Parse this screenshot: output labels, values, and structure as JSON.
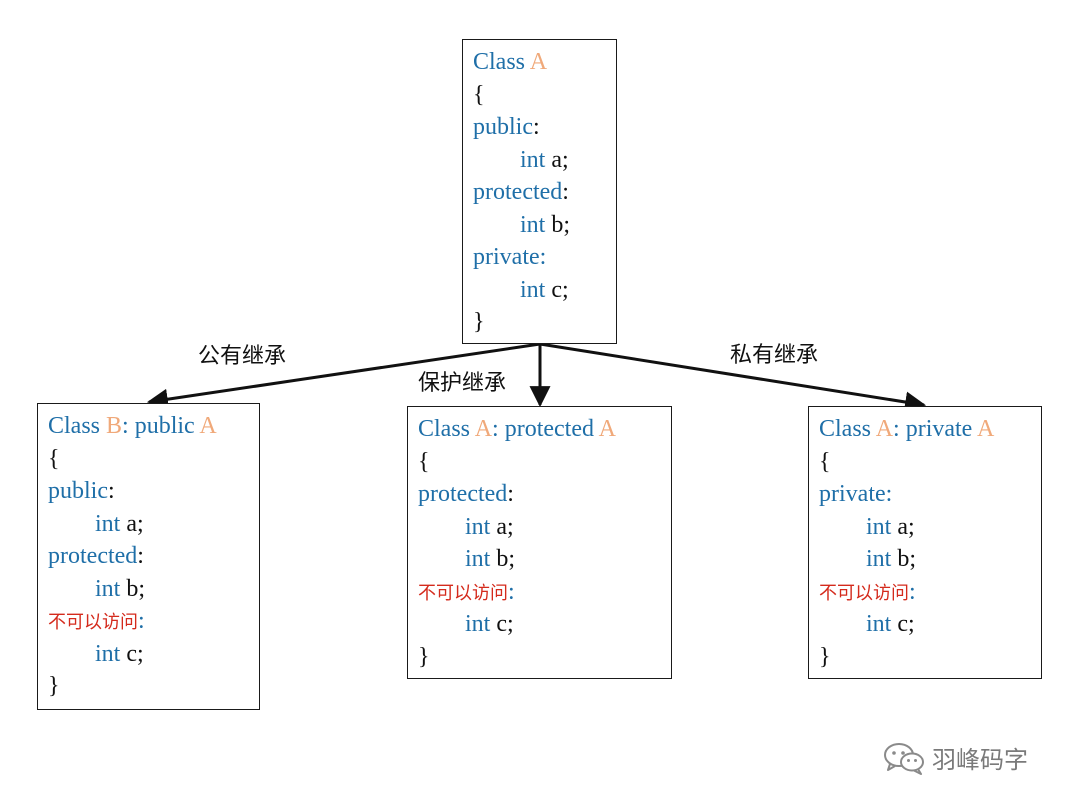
{
  "base_class": {
    "lines": [
      [
        {
          "t": "Class ",
          "c": "kw"
        },
        {
          "t": "A",
          "c": "cls"
        }
      ],
      [
        {
          "t": "{",
          "c": "plain"
        }
      ],
      [
        {
          "t": "public",
          "c": "kw"
        },
        {
          "t": ":",
          "c": "plain"
        }
      ],
      [
        {
          "t": "int",
          "c": "kw",
          "indent": true
        },
        {
          "t": " a;",
          "c": "plain"
        }
      ],
      [
        {
          "t": "protected",
          "c": "kw"
        },
        {
          "t": ":",
          "c": "plain"
        }
      ],
      [
        {
          "t": "int",
          "c": "kw",
          "indent": true
        },
        {
          "t": " b;",
          "c": "plain"
        }
      ],
      [
        {
          "t": "private:",
          "c": "kw"
        }
      ],
      [
        {
          "t": "int",
          "c": "kw",
          "indent": true
        },
        {
          "t": " c;",
          "c": "plain"
        }
      ],
      [
        {
          "t": "}",
          "c": "plain"
        }
      ]
    ]
  },
  "public_inheritance": {
    "label": "公有继承",
    "lines": [
      [
        {
          "t": "Class ",
          "c": "kw"
        },
        {
          "t": "B",
          "c": "cls"
        },
        {
          "t": ": public ",
          "c": "kw"
        },
        {
          "t": "A",
          "c": "cls"
        }
      ],
      [
        {
          "t": "{",
          "c": "plain"
        }
      ],
      [
        {
          "t": "public",
          "c": "kw"
        },
        {
          "t": ":",
          "c": "plain"
        }
      ],
      [
        {
          "t": "int",
          "c": "kw",
          "indent": true
        },
        {
          "t": " a;",
          "c": "plain"
        }
      ],
      [
        {
          "t": "protected",
          "c": "kw"
        },
        {
          "t": ":",
          "c": "plain"
        }
      ],
      [
        {
          "t": "int",
          "c": "kw",
          "indent": true
        },
        {
          "t": " b;",
          "c": "plain"
        }
      ],
      [
        {
          "t": "不可以访问",
          "c": "warn"
        },
        {
          "t": ":",
          "c": "kw"
        }
      ],
      [
        {
          "t": "int",
          "c": "kw",
          "indent": true
        },
        {
          "t": " c;",
          "c": "plain"
        }
      ],
      [
        {
          "t": "}",
          "c": "plain"
        }
      ]
    ]
  },
  "protected_inheritance": {
    "label": "保护继承",
    "lines": [
      [
        {
          "t": "Class ",
          "c": "kw"
        },
        {
          "t": "A",
          "c": "cls"
        },
        {
          "t": ": protected ",
          "c": "kw"
        },
        {
          "t": "A",
          "c": "cls"
        }
      ],
      [
        {
          "t": "{",
          "c": "plain"
        }
      ],
      [
        {
          "t": "protected",
          "c": "kw"
        },
        {
          "t": ":",
          "c": "plain"
        }
      ],
      [
        {
          "t": "int",
          "c": "kw",
          "indent": true
        },
        {
          "t": " a;",
          "c": "plain"
        }
      ],
      [
        {
          "t": "int",
          "c": "kw",
          "indent": true
        },
        {
          "t": " b;",
          "c": "plain"
        }
      ],
      [
        {
          "t": "不可以访问",
          "c": "warn"
        },
        {
          "t": ":",
          "c": "kw"
        }
      ],
      [
        {
          "t": "int",
          "c": "kw",
          "indent": true
        },
        {
          "t": " c;",
          "c": "plain"
        }
      ],
      [
        {
          "t": "}",
          "c": "plain"
        }
      ]
    ]
  },
  "private_inheritance": {
    "label": "私有继承",
    "lines": [
      [
        {
          "t": "Class ",
          "c": "kw"
        },
        {
          "t": "A",
          "c": "cls"
        },
        {
          "t": ": private ",
          "c": "kw"
        },
        {
          "t": "A",
          "c": "cls"
        }
      ],
      [
        {
          "t": "{",
          "c": "plain"
        }
      ],
      [
        {
          "t": "private:",
          "c": "kw"
        }
      ],
      [
        {
          "t": "int",
          "c": "kw",
          "indent": true
        },
        {
          "t": " a;",
          "c": "plain"
        }
      ],
      [
        {
          "t": "int",
          "c": "kw",
          "indent": true
        },
        {
          "t": " b;",
          "c": "plain"
        }
      ],
      [
        {
          "t": "不可以访问",
          "c": "warn"
        },
        {
          "t": ":",
          "c": "kw"
        }
      ],
      [
        {
          "t": "int",
          "c": "kw",
          "indent": true
        },
        {
          "t": " c;",
          "c": "plain"
        }
      ],
      [
        {
          "t": "}",
          "c": "plain"
        }
      ]
    ]
  },
  "watermark": {
    "text": "羽峰码字",
    "icon": "wechat-icon"
  },
  "colors": {
    "keyword": "#1f6fa8",
    "class_name": "#f0a97a",
    "warning": "#d42a1c",
    "text": "#111111"
  }
}
